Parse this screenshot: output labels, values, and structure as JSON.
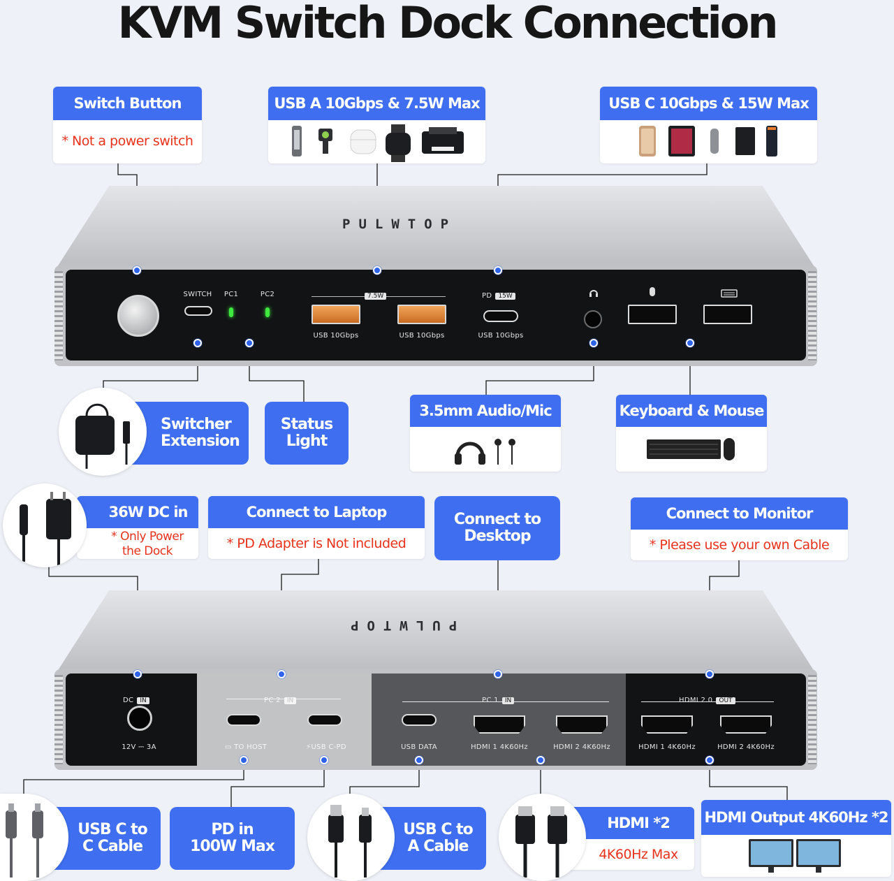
{
  "title": "KVM Switch Dock Connection",
  "brand": "PULWTOP",
  "colors": {
    "accent": "#3f6ff0",
    "note": "#e8321c",
    "led": "#3fe83f",
    "usb_a_port": "#e0873a"
  },
  "top_cards": {
    "switch_button": {
      "head": "Switch Button",
      "note": "* Not a power switch"
    },
    "usb_a": {
      "head": "USB A 10Gbps & 7.5W Max",
      "icons": [
        "flash-drive-icon",
        "webcam-icon",
        "earbuds-icon",
        "smartwatch-icon",
        "printer-icon"
      ]
    },
    "usb_c": {
      "head": "USB C 10Gbps & 15W Max",
      "icons": [
        "phone-icon",
        "tablet-icon",
        "usb-c-drive-icon",
        "hard-drive-icon",
        "ssd-icon"
      ]
    }
  },
  "front_panel": {
    "switch": "SWITCH",
    "pc1": "PC1",
    "pc2": "PC2",
    "usb_a_power": "7.5W",
    "usb_a1": "USB 10Gbps",
    "usb_a2": "USB 10Gbps",
    "pd": "PD",
    "usb_c_power": "15W",
    "usb_c": "USB 10Gbps"
  },
  "middle": {
    "switcher_extension": "Switcher Extension",
    "status_light": "Status Light",
    "audio": {
      "head": "3.5mm Audio/Mic",
      "icons": [
        "headphones-icon",
        "earphones-icon"
      ]
    },
    "keyboard_mouse": {
      "head": "Keyboard & Mouse",
      "icons": [
        "keyboard-icon",
        "mouse-icon"
      ]
    }
  },
  "lower_cards": {
    "dc_in": {
      "head": "36W DC in",
      "note": "* Only Power the Dock"
    },
    "laptop": {
      "head": "Connect to Laptop",
      "note": "* PD Adapter is Not included"
    },
    "desktop": {
      "head": "Connect to Desktop"
    },
    "monitor": {
      "head": "Connect to Monitor",
      "note": "* Please use your own Cable"
    }
  },
  "back_panel": {
    "dc": "DC",
    "dc_in": "IN",
    "dc_spec": "12V ⎓ 3A",
    "pc2": "PC 2",
    "pc2_in": "IN",
    "to_host": "TO HOST",
    "usb_c_pd": "USB C-PD",
    "pc1": "PC 1",
    "pc1_in": "IN",
    "usb_data": "USB DATA",
    "hdmi1_in": "HDMI 1 4K60Hz",
    "hdmi2_in": "HDMI 2 4K60Hz",
    "hdmi_out": "HDMI 2.0",
    "hdmi_out_tag": "OUT",
    "hdmi1_out": "HDMI 1 4K60Hz",
    "hdmi2_out": "HDMI 2 4K60Hz"
  },
  "bottom": {
    "usb_c_c": "USB C to C Cable",
    "pd_in": "PD in 100W Max",
    "usb_c_a": "USB C to A Cable",
    "hdmi": {
      "head": "HDMI *2",
      "note": "4K60Hz Max"
    },
    "hdmi_output": "HDMI Output 4K60Hz *2"
  }
}
